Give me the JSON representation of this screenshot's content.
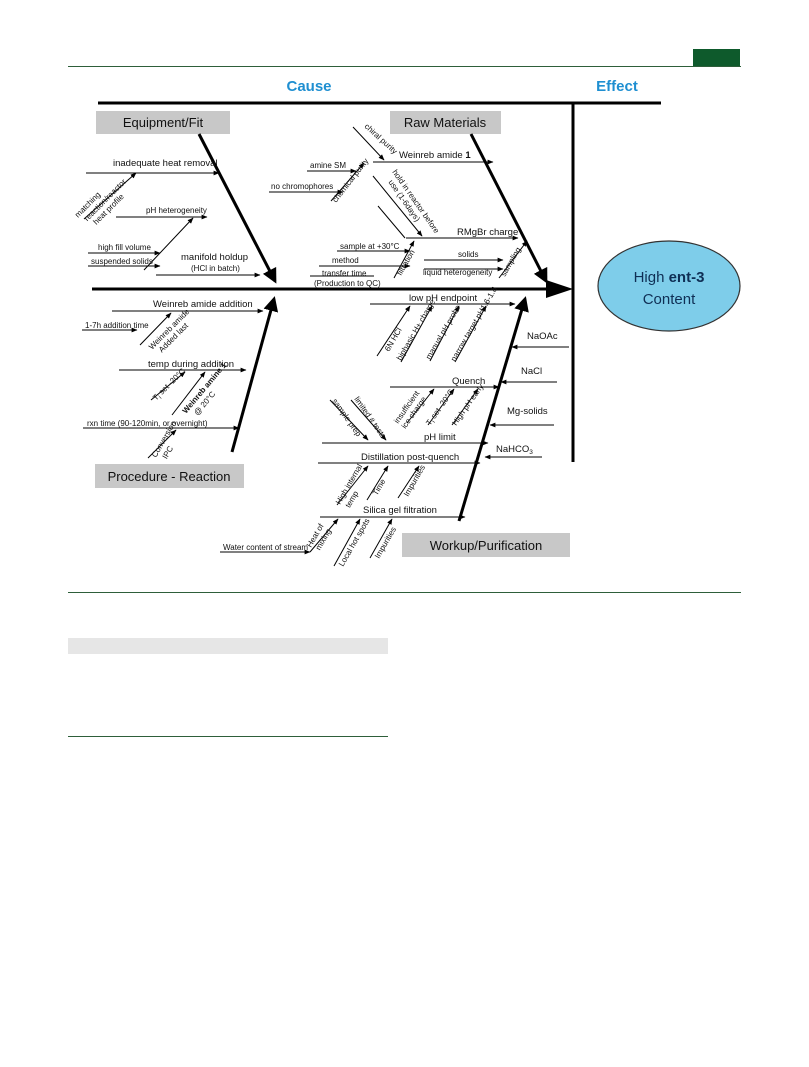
{
  "header": {
    "cause": "Cause",
    "effect": "Effect"
  },
  "categories": {
    "equipment": "Equipment/Fit",
    "raw_materials": "Raw Materials",
    "procedure": "Procedure - Reaction",
    "workup": "Workup/Purification"
  },
  "effect": {
    "line1": "High ",
    "line1_bold": "ent-3",
    "line2": "Content"
  },
  "equipment": {
    "heat_removal": "inadequate heat removal",
    "matching_1": "matching",
    "matching_2": "reaction/reactor",
    "matching_3": "heat profile",
    "ph_heterogeneity": "pH heterogeneity",
    "high_fill": "high fill volume",
    "suspended": "suspended solids",
    "manifold_1": "manifold holdup",
    "manifold_2": "(HCl in batch)"
  },
  "raw": {
    "chiral_purity": "chiral purity",
    "amine_sm": "amine SM",
    "no_chromophores": "no chromophores",
    "chemical_purity": "chemical purity",
    "weinreb": "Weinreb amide ",
    "weinreb_num": "1",
    "hold_1": "hold in reactor before",
    "hold_2": "use (1-6days)",
    "sample_30": "sample at +30°C",
    "method": "method",
    "transfer_1": "transfer time",
    "transfer_2": "(Production to QC)",
    "filtration": "filtration",
    "rmgbr": "RMgBr charge",
    "solids": "solids",
    "liquid": "liquid heterogeneity",
    "sampling": "sampling"
  },
  "procedure": {
    "addition": "Weinreb amide addition",
    "addition_time": "1-7h addition time",
    "added_last_1": "Weinreb amide",
    "added_last_2": "Added last",
    "temp_addition": "temp during addition",
    "t_set": "T",
    "t_set_sub": "i",
    "t_set_rest": " set -20°C",
    "amine_20_1": "Weinreb amine 1",
    "amine_20_2": "@ 20°C",
    "rxn_time": "rxn time (90-120min, or overnight)",
    "conversion": "Conversion",
    "ipc": "IPC"
  },
  "workup": {
    "low_ph": "low pH endpoint",
    "hcl_6n": "6N HCl",
    "biphasic": "biphasic H+ charge",
    "manual_probe": "manual pH probe",
    "narrow_target": "narrow target pH1.6-1.8",
    "quench": "Quench",
    "insufficient_1": "insufficient",
    "insufficient_2": "ice charge",
    "ti_set": "T",
    "ti_sub": "i",
    "ti_rest": " set -20°C",
    "high_ph": "High pH early",
    "sample_prep": "sample prep",
    "limited_tests": "limited # tests",
    "ph_limit": "pH limit",
    "distillation": "Distillation post-quench",
    "high_internal_1": "High internal",
    "high_internal_2": "temp",
    "time": "Time",
    "impurities": "Impurities",
    "silica": "Silica gel filtration",
    "water_content": "Water content of stream",
    "heat_mixing_1": "Heat of",
    "heat_mixing_2": "mixing",
    "local_hot": "Local hot spots",
    "impurities_2": "Impurities",
    "naoac": "NaOAc",
    "nacl": "NaCl",
    "mg_solids": "Mg-solids",
    "nahco3": "NaHCO",
    "nahco3_sub": "3"
  },
  "colors": {
    "accent": "#1f8fd1",
    "effect_fill": "#7ecdea",
    "category_fill": "#c8c8c8",
    "rule": "#2e5e3a",
    "badge": "#0e5a2c"
  }
}
